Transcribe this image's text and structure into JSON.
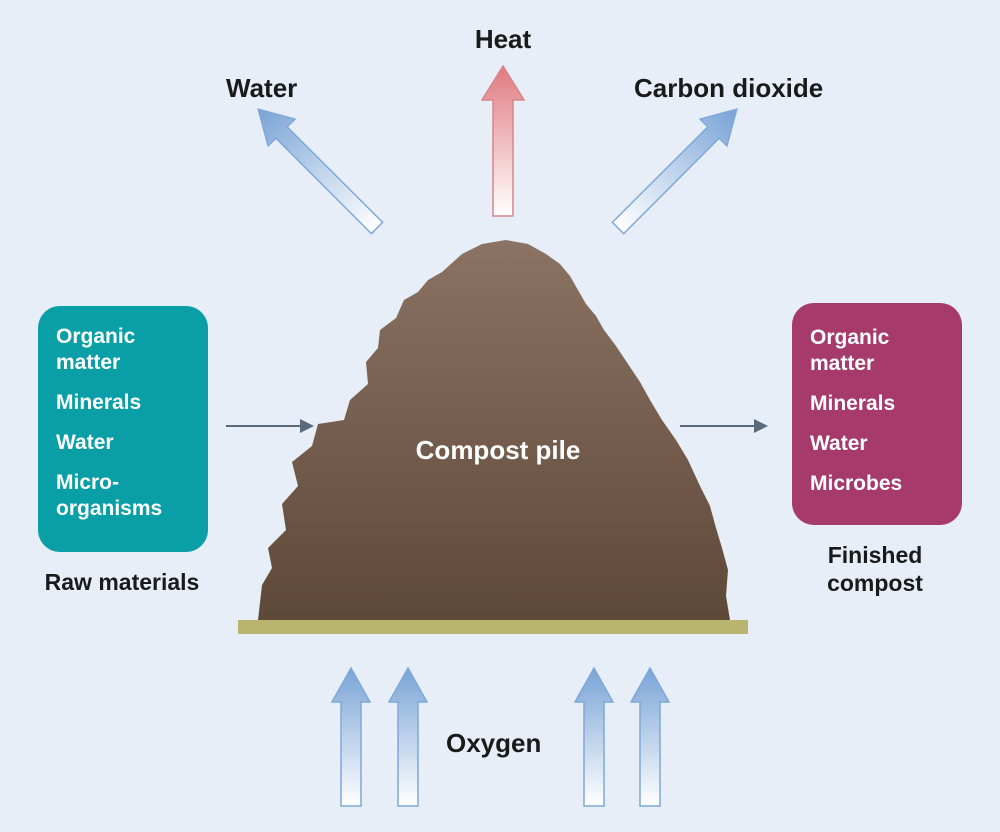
{
  "outputs": {
    "heat": "Heat",
    "water": "Water",
    "carbon_dioxide": "Carbon dioxide"
  },
  "pile": {
    "label": "Compost pile"
  },
  "raw_materials": {
    "caption": "Raw materials",
    "items": [
      "Organic\nmatter",
      "Minerals",
      "Water",
      "Micro-\norganisms"
    ]
  },
  "finished_compost": {
    "caption": "Finished\ncompost",
    "items": [
      "Organic\nmatter",
      "Minerals",
      "Water",
      "Microbes"
    ]
  },
  "input": {
    "oxygen": "Oxygen"
  },
  "colors": {
    "background": "#e8eef8",
    "raw_box": "#0a9fa6",
    "finished_box": "#a63b6b",
    "pile_top": "#8a6f60",
    "pile_bottom": "#5f4a3a",
    "ground": "#b9b46f",
    "blue_arrow": "#7fa8d8",
    "red_arrow": "#e07f84",
    "flow_arrow": "#5a6a7a"
  }
}
